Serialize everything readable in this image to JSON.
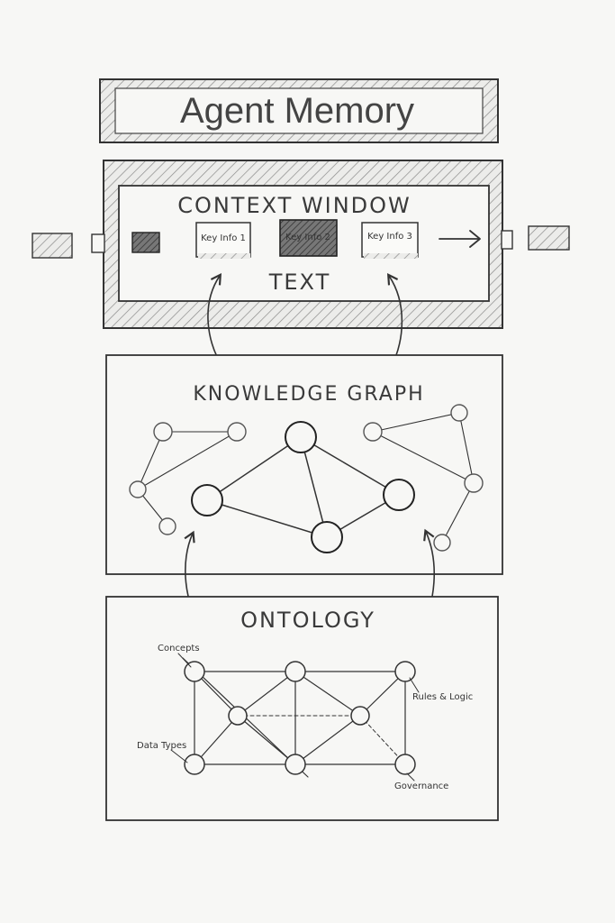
{
  "title": "Agent Memory",
  "context_window": {
    "heading": "CONTEXT WINDOW",
    "subheading": "TEXT",
    "cards": [
      "Key Info 1",
      "Key Info 2",
      "Key Info 3"
    ]
  },
  "knowledge_graph": {
    "heading": "KNOWLEDGE GRAPH"
  },
  "ontology": {
    "heading": "ONTOLOGY",
    "labels": {
      "concepts": "Concepts",
      "rules": "Rules & Logic",
      "data_types": "Data Types",
      "governance": "Governance"
    }
  }
}
